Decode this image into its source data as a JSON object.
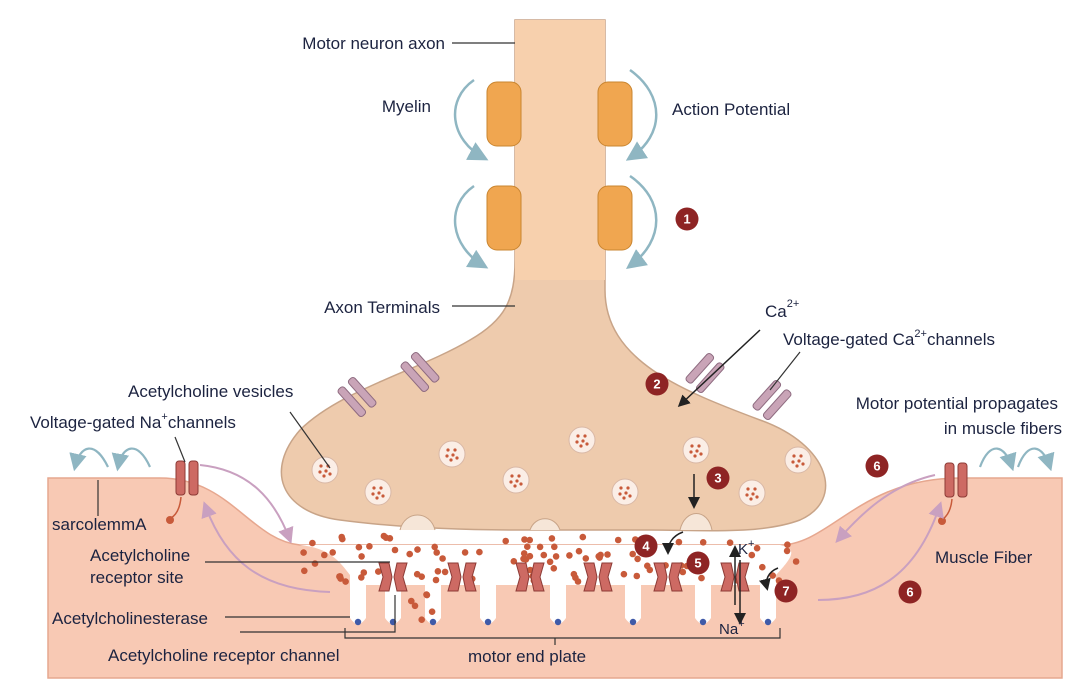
{
  "labels": {
    "motor_neuron_axon": "Motor neuron axon",
    "myelin": "Myelin",
    "action_potential": "Action Potential",
    "axon_terminals": "Axon Terminals",
    "ca": "Ca",
    "ca_charge": "2+",
    "vgcc_prefix": "Voltage-gated Ca",
    "vgcc_charge": "2+",
    "vgcc_suffix": "channels",
    "ach_vesicles": "Acetylcholine vesicles",
    "vgnc_prefix": "Voltage-gated Na",
    "vgnc_charge": "+",
    "vgnc_suffix": "channels",
    "propagates_1": "Motor potential propagates",
    "propagates_2": "in muscle fibers",
    "sarcolemma": "sarcolemmA",
    "ach_receptor_site_1": "Acetylcholine",
    "ach_receptor_site_2": "receptor site",
    "acetylcholinesterase": "Acetylcholinesterase",
    "ach_receptor_channel": "Acetylcholine receptor channel",
    "motor_end_plate": "motor end plate",
    "muscle_fiber": "Muscle Fiber",
    "k_ion": "K",
    "k_charge": "+",
    "na_ion": "Na",
    "na_charge": "+"
  },
  "steps": [
    "1",
    "2",
    "3",
    "4",
    "5",
    "6",
    "7",
    "6"
  ],
  "colors": {
    "axon": "#f7d0ad",
    "terminal": "#eecbad",
    "myelin": "#f0a650",
    "muscle": "#f8c9b4",
    "receptor": "#cd6a63",
    "ca_channel": "#c9a4b7",
    "step_badge": "#8e2424",
    "vesicle_dot": "#c85a3a",
    "arrow_teal": "#8fb6c2",
    "arrow_purple": "#c9a0c0"
  }
}
